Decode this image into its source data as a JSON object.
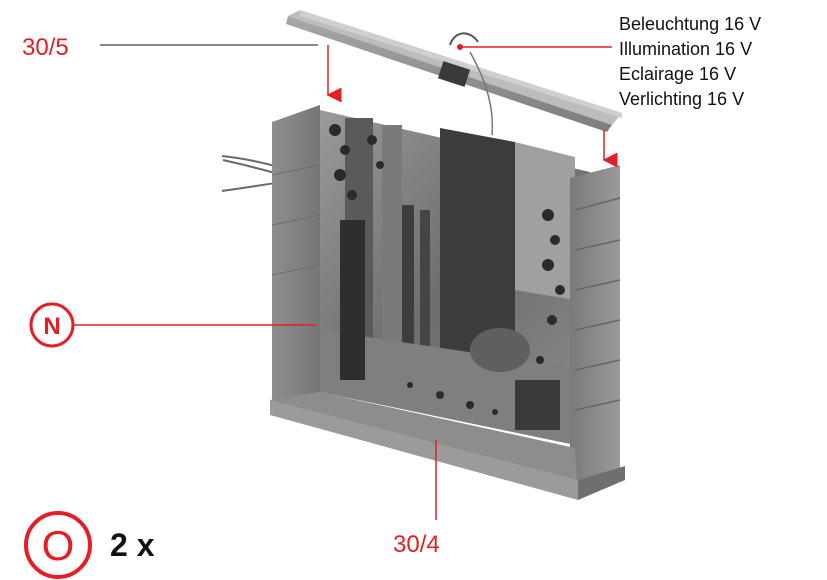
{
  "labels": {
    "lid_part": "30/5",
    "base_part": "30/4",
    "marker_n": "N",
    "marker_o": "O",
    "quantity": "2 x"
  },
  "lighting": [
    "Beleuchtung 16 V",
    "Illumination 16 V",
    "Eclairage 16 V",
    "Verlichting 16 V"
  ],
  "colors": {
    "accent": "#e31e24",
    "text": "#111111",
    "model_light": "#8a8a8a",
    "model_dark": "#4a4a4a"
  }
}
